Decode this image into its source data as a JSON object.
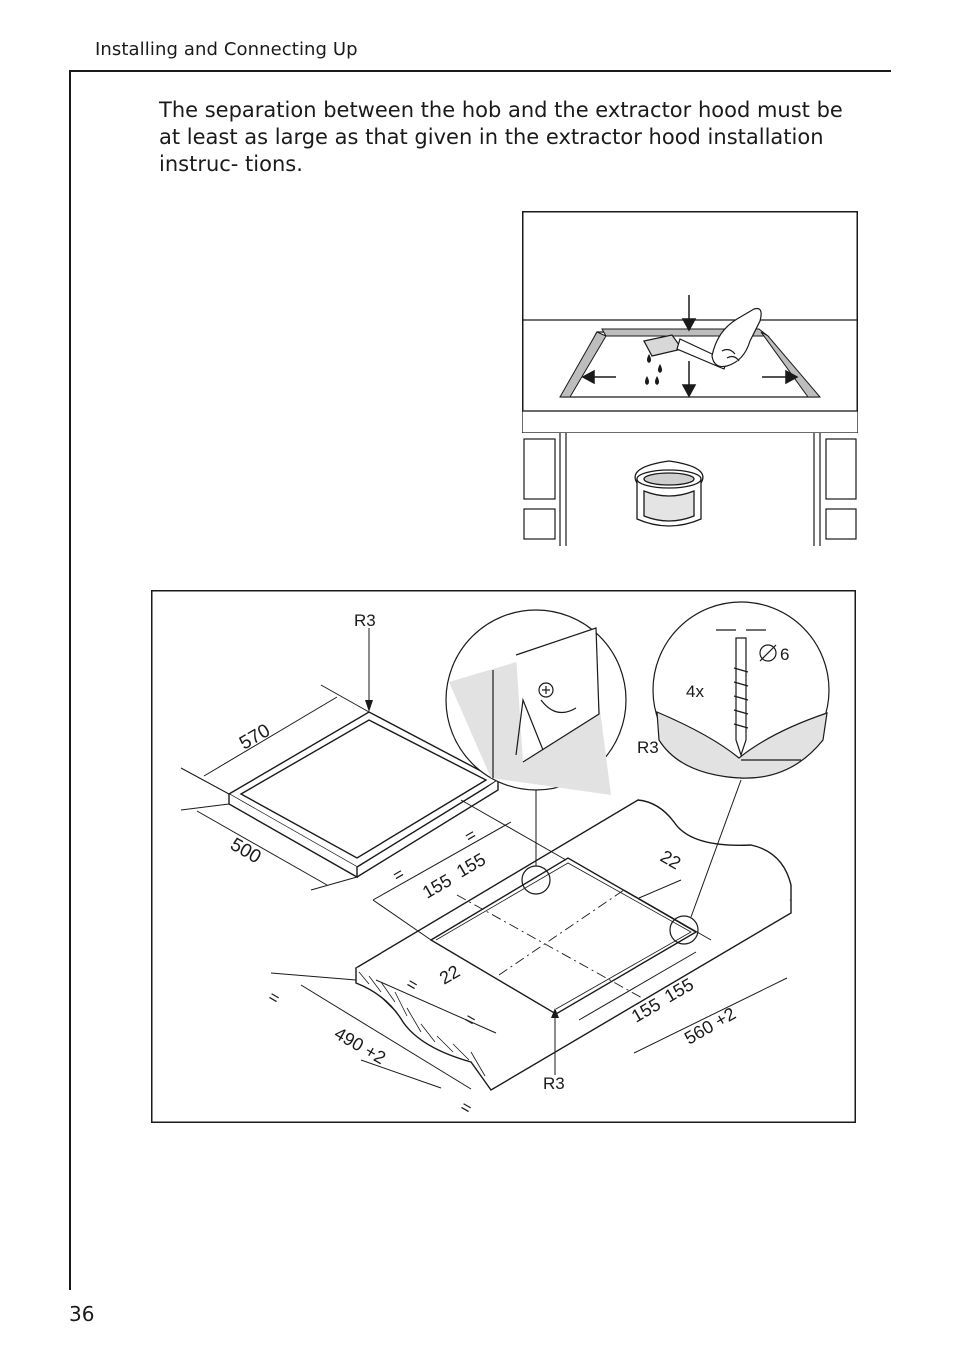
{
  "header": {
    "section_title": "Installing and Connecting Up"
  },
  "body": {
    "paragraph": "The separation between the hob and the extractor hood must be at least as large as that given in the extractor hood installation instruc- tions."
  },
  "figure_sealant": {
    "icons": [
      "brush-icon",
      "hand-icon",
      "sealant-drops-icon",
      "sealant-tin-icon"
    ]
  },
  "figure_cutout": {
    "labels": {
      "radius_hob": "R3",
      "radius_detail": "R3",
      "radius_cutout": "R3",
      "hob_width": "570",
      "hob_depth": "500",
      "screw_count": "4x",
      "screw_diameter": "6",
      "offset_left": "155",
      "offset_right": "155",
      "offset_left_b": "155",
      "offset_right_b": "155",
      "edge_a": "22",
      "edge_b": "22",
      "cut_width": "560 +2",
      "cut_depth": "490 +2",
      "equal": "="
    }
  },
  "footer": {
    "page_number": "36"
  }
}
